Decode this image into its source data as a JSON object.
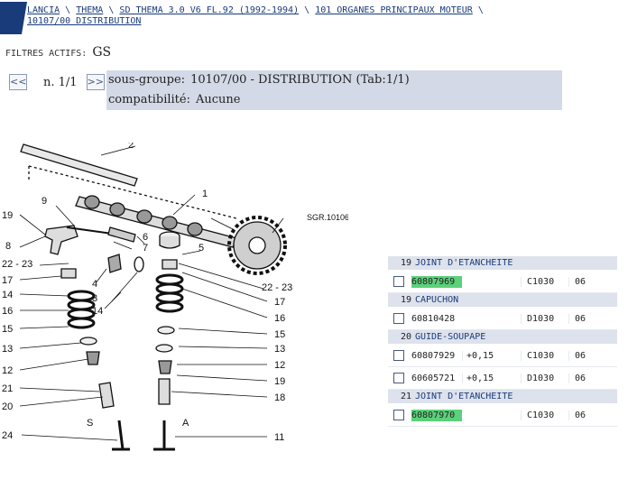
{
  "breadcrumb": {
    "items": [
      "LANCIA",
      "THEMA",
      "SD THEMA 3.0 V6 FL.92 (1992-1994)",
      "101 ORGANES PRINCIPAUX MOTEUR",
      "10107/00 DISTRIBUTION"
    ],
    "separator": "\\"
  },
  "filters": {
    "label": "FILTRES ACTIFS:",
    "value": "GS"
  },
  "pager": {
    "prev": "<<",
    "text": "n. 1/1",
    "next": ">>"
  },
  "info": {
    "subgroup_label": "sous-groupe:",
    "subgroup_value": "10107/00 - DISTRIBUTION (Tab:1/1)",
    "compat_label": "compatibilité:",
    "compat_value": "Aucune"
  },
  "diagram": {
    "ref": "SGR.10106",
    "labels": {
      "l1": "1",
      "l2": "2",
      "l3": "3",
      "l4": "4",
      "l5": "5",
      "l6": "6",
      "l7": "7",
      "l8": "8",
      "l9": "9",
      "l11": "11",
      "l12": "12",
      "l13": "13",
      "l14": "14",
      "l15": "15",
      "l16": "16",
      "l17": "17",
      "l18": "18",
      "l19": "19",
      "l20": "20",
      "l21": "21",
      "l22_23": "22 - 23",
      "l24": "24",
      "lS": "S",
      "lA": "A"
    }
  },
  "parts": {
    "groups": [
      {
        "num": "19",
        "name": "JOINT D'ETANCHEITE",
        "rows": [
          {
            "code": "60807969",
            "add": "",
            "col3": "C1030",
            "col4": "06",
            "highlight": true
          }
        ]
      },
      {
        "num": "19",
        "name": "CAPUCHON",
        "rows": [
          {
            "code": "60810428",
            "add": "",
            "col3": "D1030",
            "col4": "06",
            "highlight": false
          }
        ]
      },
      {
        "num": "20",
        "name": "GUIDE-SOUPAPE",
        "rows": [
          {
            "code": "60807929",
            "add": "+0,15",
            "col3": "C1030",
            "col4": "06",
            "highlight": false
          },
          {
            "code": "60605721",
            "add": "+0,15",
            "col3": "D1030",
            "col4": "06",
            "highlight": false
          }
        ]
      },
      {
        "num": "21",
        "name": "JOINT D'ETANCHEITE",
        "rows": [
          {
            "code": "60807970",
            "add": "",
            "col3": "C1030",
            "col4": "06",
            "highlight": true
          }
        ]
      }
    ],
    "highlight_color": "#5cd07a"
  }
}
